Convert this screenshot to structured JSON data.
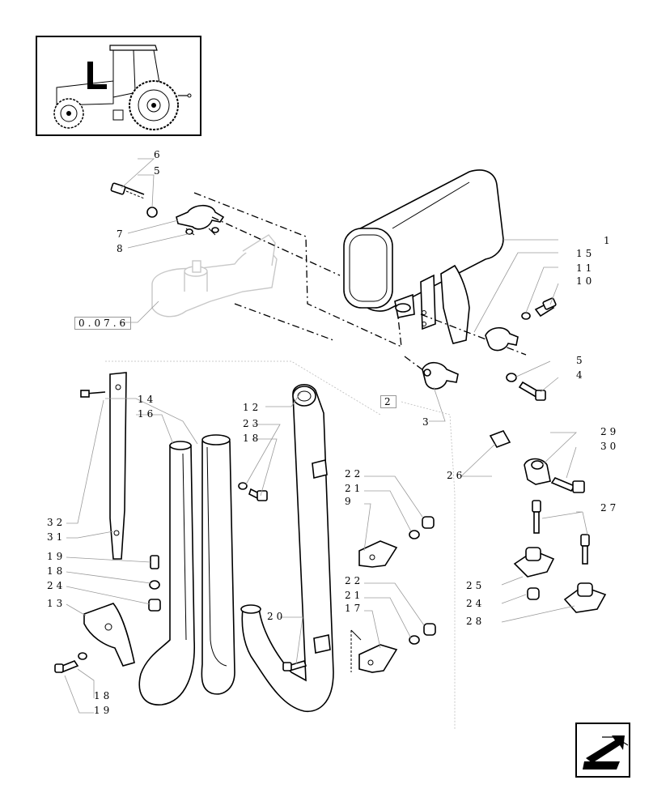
{
  "labels": {
    "c1": "1",
    "c2": "2",
    "c3": "3",
    "c4": "4",
    "c5a": "5",
    "c5b": "5",
    "c6": "6",
    "c7": "7",
    "c8": "8",
    "c9": "9",
    "c10": "10",
    "c11": "11",
    "c12": "12",
    "c13": "13",
    "c14": "14",
    "c15": "15",
    "c16": "16",
    "c17": "17",
    "c18a": "18",
    "c18b": "18",
    "c18c": "18",
    "c19a": "19",
    "c19b": "19",
    "c20": "20",
    "c21a": "21",
    "c21b": "21",
    "c22a": "22",
    "c22b": "22",
    "c23": "23",
    "c24a": "24",
    "c24b": "24",
    "c25": "25",
    "c26": "26",
    "c27": "27",
    "c28": "28",
    "c29": "29",
    "c30": "30",
    "c31": "31",
    "c32": "32",
    "ref": "0.07.6"
  },
  "icons": [
    "tractor-thumbnail-icon",
    "back-arrow-icon"
  ]
}
